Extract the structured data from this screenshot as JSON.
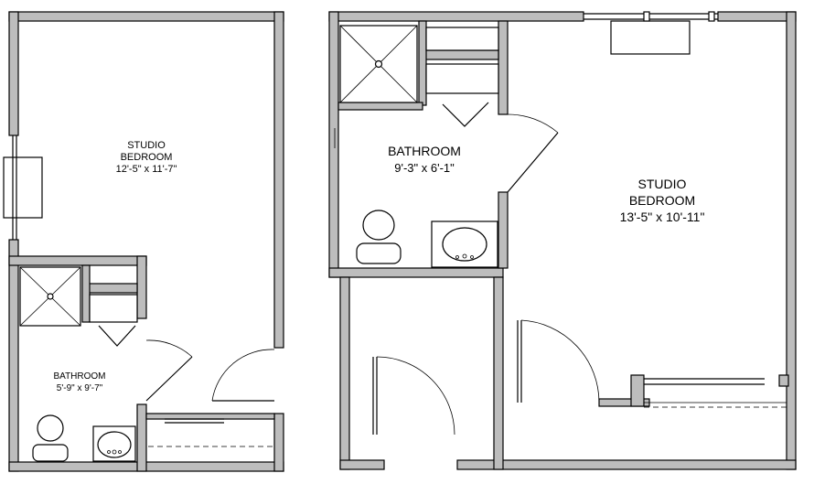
{
  "plans": [
    {
      "bedroom": {
        "name": "STUDIO",
        "name2": "BEDROOM",
        "dims": "12'-5\" x 11'-7\""
      },
      "bathroom": {
        "name": "BATHROOM",
        "dims": "5'-9\" x 9'-7\""
      }
    },
    {
      "bedroom": {
        "name": "STUDIO",
        "name2": "BEDROOM",
        "dims": "13'-5\" x 10'-11\""
      },
      "bathroom": {
        "name": "BATHROOM",
        "dims": "9'-3\" x 6'-1\""
      }
    }
  ]
}
